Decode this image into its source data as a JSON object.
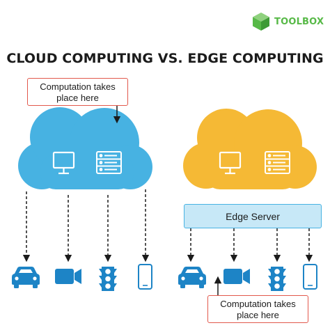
{
  "brand": {
    "name": "TOOLBOX",
    "color": "#57b947"
  },
  "title": "CLOUD COMPUTING VS. EDGE COMPUTING",
  "cloud_side": {
    "callout_line1": "Computation takes",
    "callout_line2": "place here",
    "cloud_color": "#47b2e2",
    "icons": [
      "monitor-icon",
      "server-rack-icon"
    ],
    "devices": [
      "car-icon",
      "video-camera-icon",
      "traffic-light-icon",
      "smartphone-icon"
    ]
  },
  "edge_side": {
    "edge_server_label": "Edge Server",
    "callout_line1": "Computation takes",
    "callout_line2": "place here",
    "cloud_color": "#f5b935",
    "icons": [
      "monitor-icon",
      "server-rack-icon"
    ],
    "devices": [
      "car-icon",
      "video-camera-icon",
      "traffic-light-icon",
      "smartphone-icon"
    ]
  },
  "colors": {
    "callout_border": "#e2584c",
    "edge_box_fill": "#c7e8f7",
    "edge_box_border": "#47b2e2",
    "device": "#1d84c6",
    "arrow": "#1b1b1b"
  }
}
